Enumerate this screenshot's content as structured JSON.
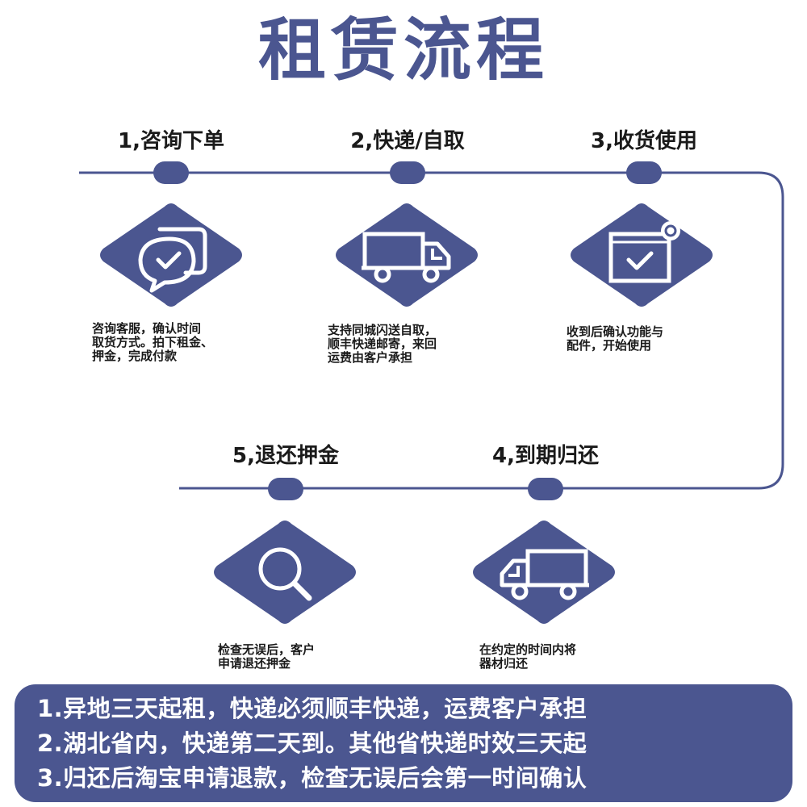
{
  "title": "租赁流程",
  "colors": {
    "primary": "#4b5690",
    "text": "#1a1a1a",
    "background": "#ffffff"
  },
  "steps": [
    {
      "label": "1,咨询下单",
      "icon": "chat-check-icon",
      "desc": [
        "咨询客服，确认时间",
        "取货方式。拍下租金、",
        "押金，完成付款"
      ]
    },
    {
      "label": "2,快递/自取",
      "icon": "delivery-truck-icon",
      "desc": [
        "支持同城闪送自取，",
        "顺丰快递邮寄，来回",
        "运费由客户承担"
      ]
    },
    {
      "label": "3,收货使用",
      "icon": "checkbox-badge-icon",
      "desc": [
        "收到后确认功能与",
        "配件，开始使用"
      ]
    },
    {
      "label": "4,到期归还",
      "icon": "return-truck-icon",
      "desc": [
        "在约定的时间内将",
        "器材归还"
      ]
    },
    {
      "label": "5,退还押金",
      "icon": "magnifier-icon",
      "desc": [
        "检查无误后，客户",
        "申请退还押金"
      ]
    }
  ],
  "notes": [
    "1.异地三天起租，快递必须顺丰快递，运费客户承担",
    "2.湖北省内，快递第二天到。其他省快递时效三天起",
    "3.归还后淘宝申请退款，检查无误后会第一时间确认"
  ]
}
